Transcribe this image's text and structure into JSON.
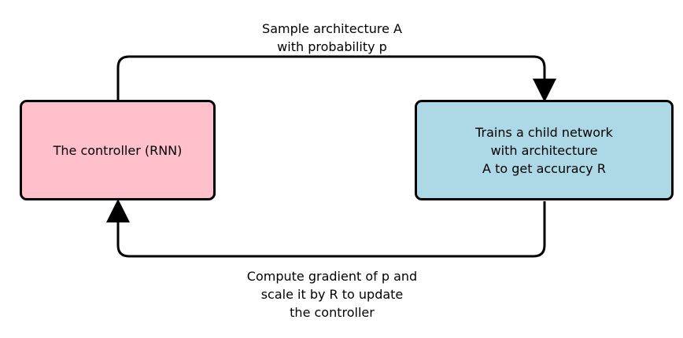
{
  "diagram": {
    "nodes": {
      "controller": {
        "label": "The controller (RNN)",
        "fill": "#ffc0cb"
      },
      "child_network": {
        "label": "Trains a child network\nwith architecture\nA to get accuracy R",
        "fill": "#add8e6"
      }
    },
    "edges": {
      "sample": {
        "from": "controller",
        "to": "child_network",
        "label": "Sample architecture A\nwith probability p"
      },
      "update": {
        "from": "child_network",
        "to": "controller",
        "label": "Compute gradient of p and\nscale it by R to update\nthe controller"
      }
    },
    "colors": {
      "stroke": "#000000",
      "background": "#ffffff"
    }
  }
}
